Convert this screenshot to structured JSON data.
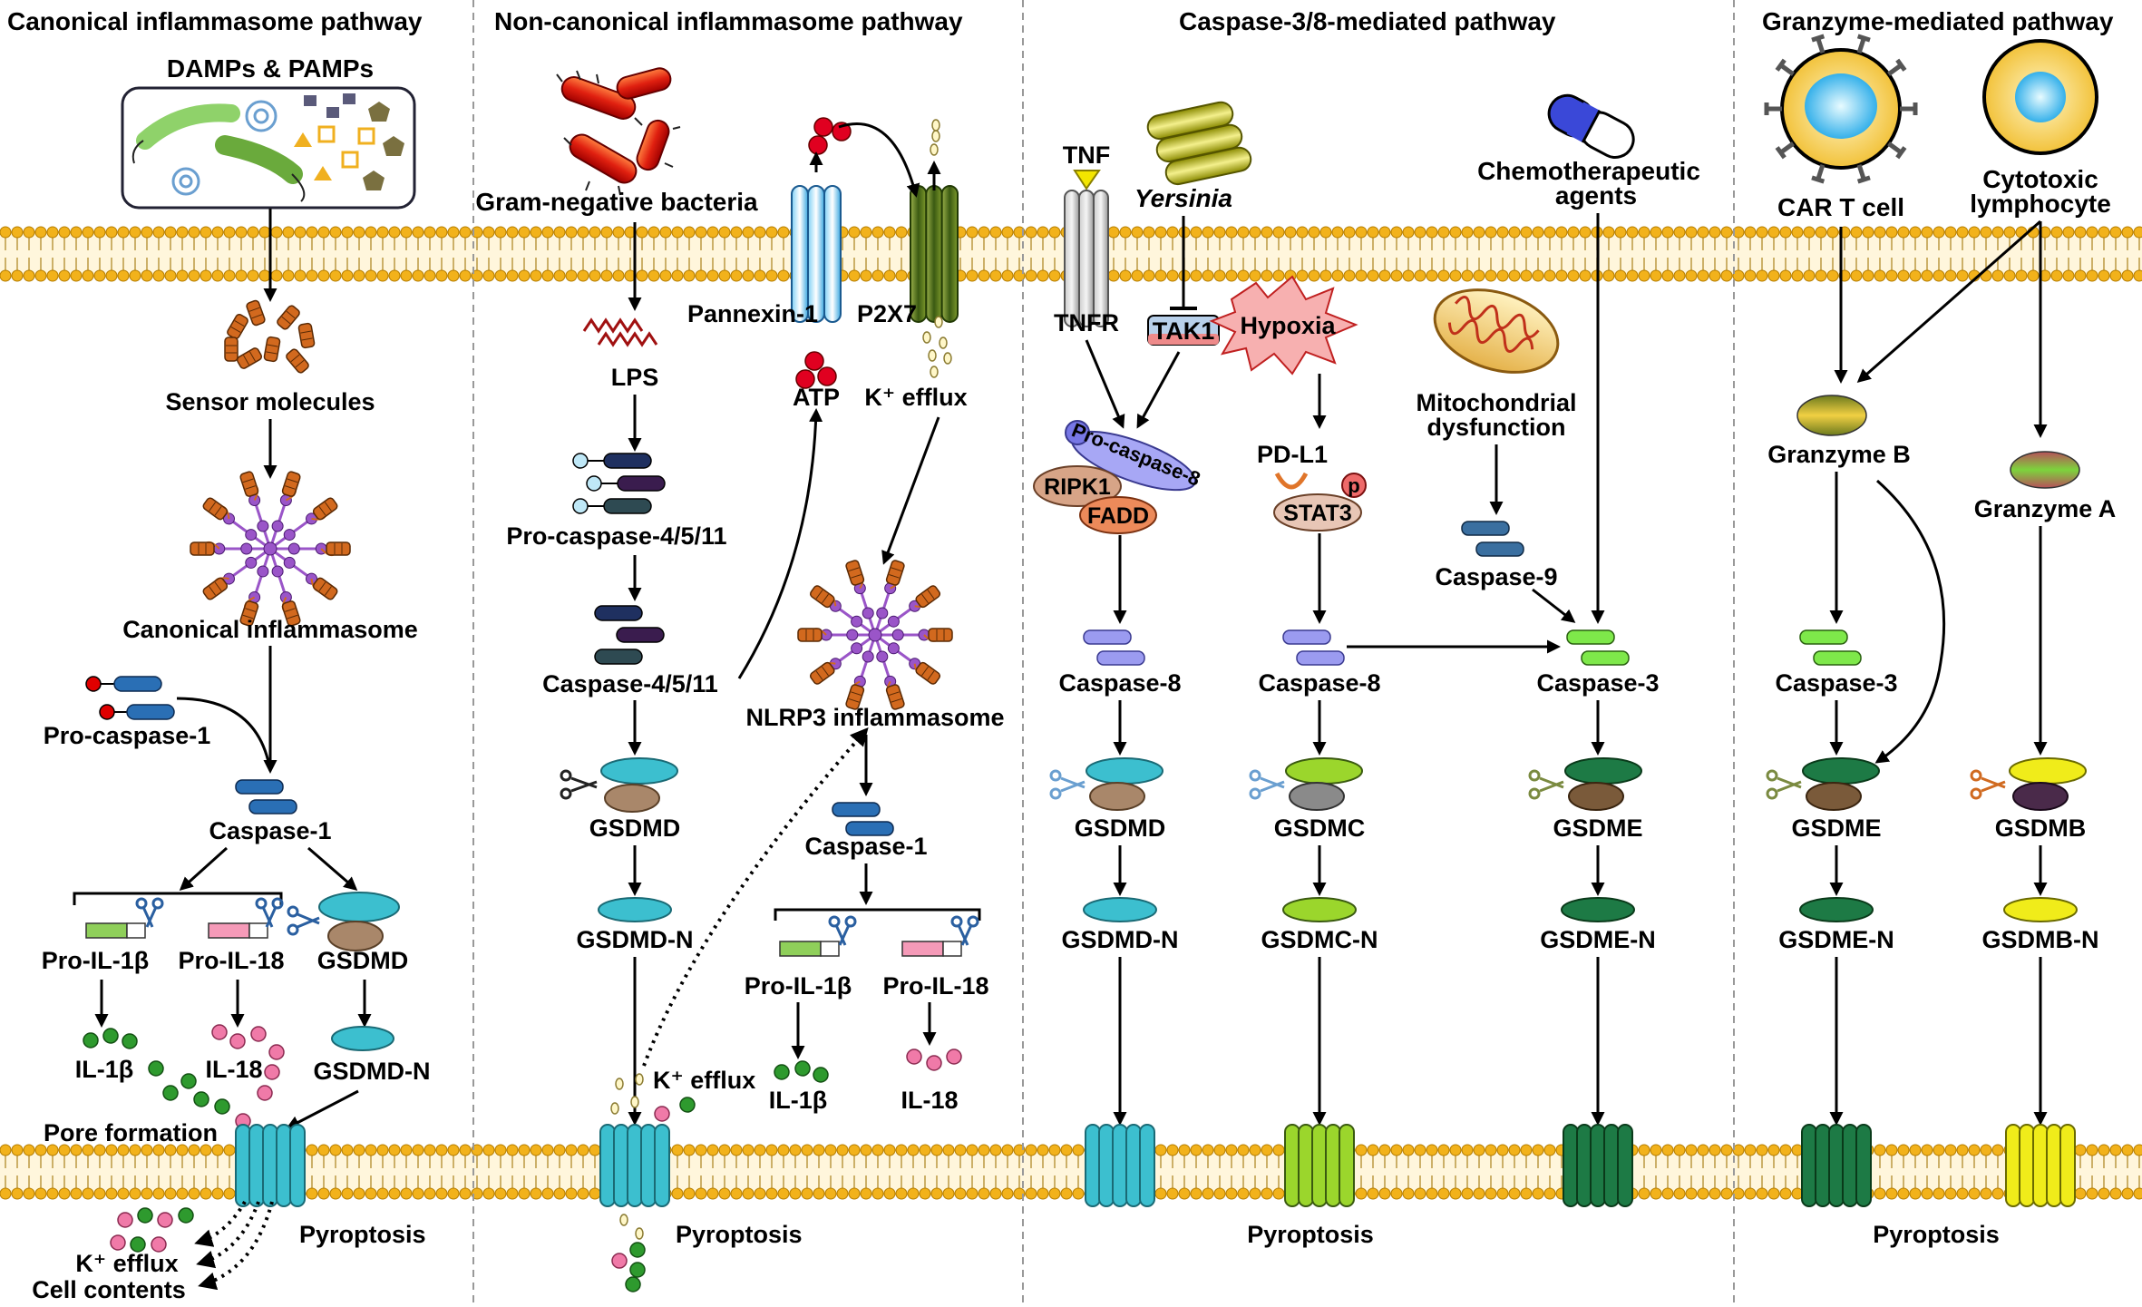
{
  "panels": [
    {
      "title": "Canonical inflammasome pathway"
    },
    {
      "title": "Non-canonical inflammasome pathway"
    },
    {
      "title": "Caspase-3/8-mediated pathway"
    },
    {
      "title": "Granzyme-mediated pathway"
    }
  ],
  "canonical": {
    "damps": "DAMPs & PAMPs",
    "sensor": "Sensor molecules",
    "inflammasome": "Canonical inflammasome",
    "procasp1": "Pro-caspase-1",
    "casp1": "Caspase-1",
    "proil1b": "Pro-IL-1β",
    "proil18": "Pro-IL-18",
    "gsdmd": "GSDMD",
    "il1b": "IL-1β",
    "il18": "IL-18",
    "gsdmdn": "GSDMD-N",
    "pore": "Pore formation",
    "pyro": "Pyroptosis",
    "kefflux": "K⁺ efflux",
    "cell": "Cell contents"
  },
  "noncanonical": {
    "gram": "Gram-negative bacteria",
    "lps": "LPS",
    "procasp": "Pro-caspase-4/5/11",
    "casp": "Caspase-4/5/11",
    "gsdmd": "GSDMD",
    "gsdmdn": "GSDMD-N",
    "pannexin": "Pannexin-1",
    "p2x7": "P2X7",
    "atp": "ATP",
    "kefflux": "K⁺ efflux",
    "nlrp3": "NLRP3  inflammasome",
    "casp1": "Caspase-1",
    "proil1b": "Pro-IL-1β",
    "proil18": "Pro-IL-18",
    "il1b": "IL-1β",
    "il18": "IL-18",
    "kefflux2": "K⁺ efflux",
    "pyro": "Pyroptosis"
  },
  "caspase": {
    "tnf": "TNF",
    "tnfr": "TNFR",
    "yersinia": "Yersinia",
    "tak1": "TAK1",
    "procasp8": "Pro-caspase-8",
    "ripk1": "RIPK1",
    "fadd": "FADD",
    "casp8a": "Caspase-8",
    "gsdmd": "GSDMD",
    "gsdmdn": "GSDMD-N",
    "hypoxia": "Hypoxia",
    "pdl1": "PD-L1",
    "p": "p",
    "stat3": "STAT3",
    "casp8b": "Caspase-8",
    "gsdmc": "GSDMC",
    "gsdmcn": "GSDMC-N",
    "chemo1": "Chemotherapeutic",
    "chemo2": "agents",
    "mito1": "Mitochondrial",
    "mito2": "dysfunction",
    "casp9": "Caspase-9",
    "casp3": "Caspase-3",
    "gsdme": "GSDME",
    "gsdmen": "GSDME-N",
    "pyro": "Pyroptosis"
  },
  "granzyme": {
    "cart": "CAR T cell",
    "cyto1": "Cytotoxic",
    "cyto2": "lymphocyte",
    "grb": "Granzyme B",
    "gra": "Granzyme A",
    "casp3": "Caspase-3",
    "gsdme": "GSDME",
    "gsdmen": "GSDME-N",
    "gsdmb": "GSDMB",
    "gsdmbn": "GSDMB-N",
    "pyro": "Pyroptosis"
  },
  "colors": {
    "lipid_head": "#f2b21b",
    "gsdmd": "#3cbfcf",
    "gsdmc": "#9bd62c",
    "gsdme": "#1d7a45",
    "gsdmb": "#f0ec1a",
    "casp1": "#2a6fb5",
    "casp8": "#9b9bf0",
    "casp3": "#7ee84a",
    "il1b": "#2e9a2e",
    "il18": "#f07aa8"
  }
}
